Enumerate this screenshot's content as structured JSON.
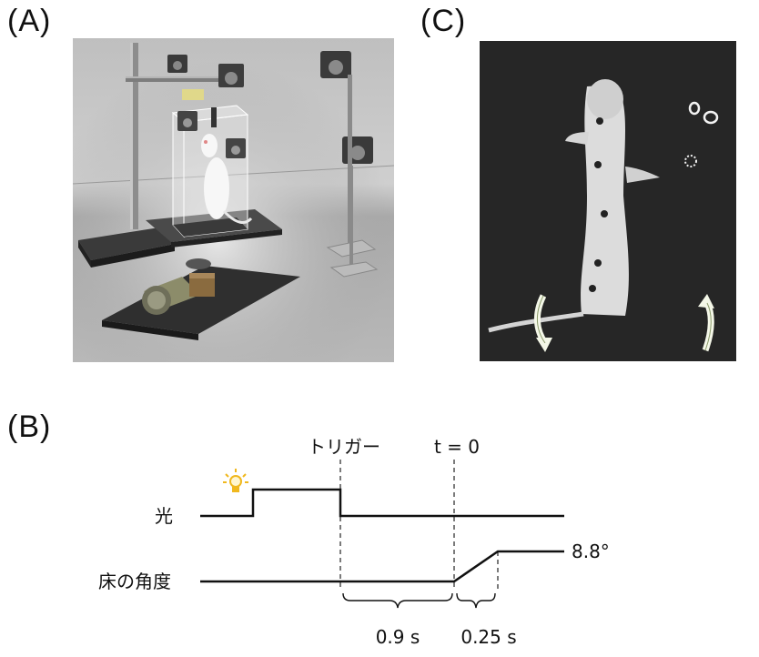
{
  "panels": {
    "a": "(A)",
    "b": "(B)",
    "c": "(C)"
  },
  "timing": {
    "trigger_label": "トリガー",
    "t0_label": "t = 0",
    "light_label": "光",
    "floor_label": "床の角度",
    "angle_label": "8.8°",
    "delay_label": "0.9 s",
    "tilt_label": "0.25 s"
  },
  "colors": {
    "bulb": "#f0b81e",
    "arrow": "#f4f7e8"
  }
}
